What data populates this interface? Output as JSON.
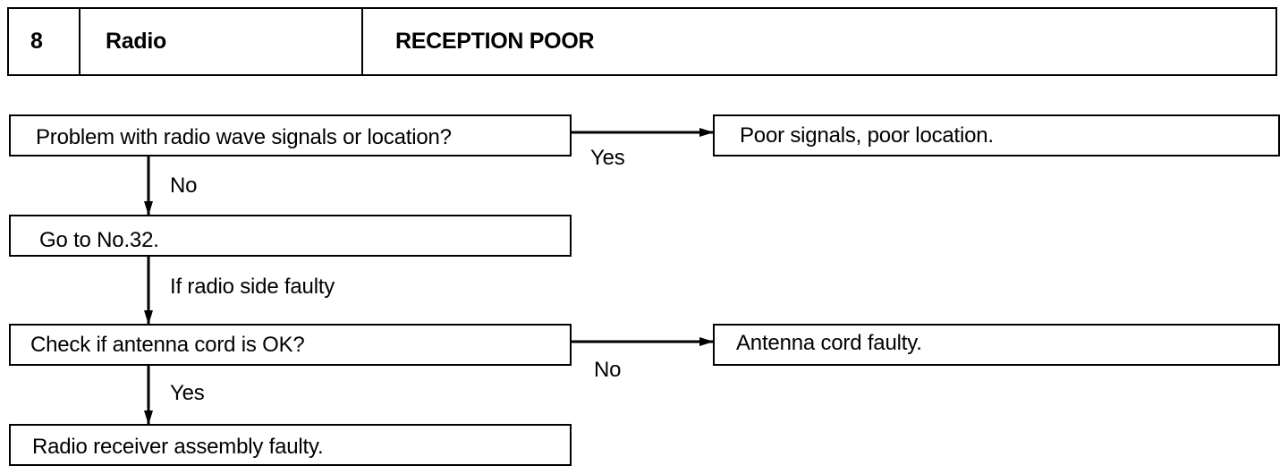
{
  "header": {
    "number": "8",
    "category": "Radio",
    "title": "RECEPTION POOR"
  },
  "flow": {
    "q1": "Problem with radio wave signals or location?",
    "q1_yes_label": "Yes",
    "q1_yes_result": "Poor signals, poor location.",
    "q1_no_label": "No",
    "step2": "Go to No.32.",
    "step2_condition": "If radio side faulty",
    "q3": "Check if antenna cord is OK?",
    "q3_no_label": "No",
    "q3_no_result": "Antenna cord faulty.",
    "q3_yes_label": "Yes",
    "final_result": "Radio receiver assembly faulty."
  }
}
